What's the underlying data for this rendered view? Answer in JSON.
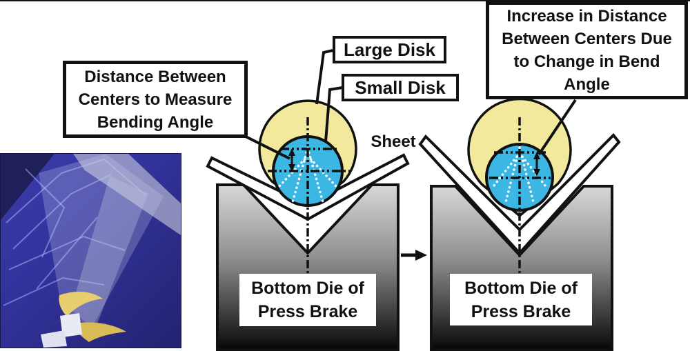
{
  "figure": {
    "labels": {
      "distance_box": [
        "Distance Between",
        "Centers to Measure",
        "Bending Angle"
      ],
      "large_disk": "Large Disk",
      "small_disk": "Small Disk",
      "sheet": "Sheet",
      "increase_box": [
        "Increase in Distance",
        "Between Centers Due",
        "to Change in Bend",
        "Angle"
      ],
      "bottom_die": [
        "Bottom Die of",
        "Press Brake"
      ]
    },
    "colors": {
      "large_disk_fill": "#F2E99C",
      "small_disk_fill": "#3CB6E3",
      "sheet_fill": "#FFFFFF",
      "outline": "#111111",
      "die_gradient_top": "#D8D8D8",
      "die_gradient_mid": "#8E8E8E",
      "die_gradient_bottom": "#0A0A0A",
      "dotted_contact_lines": "#FFFFFF",
      "photo_background_blue": "#3434A0",
      "photo_disk_yellow": "#E7CF70"
    }
  }
}
